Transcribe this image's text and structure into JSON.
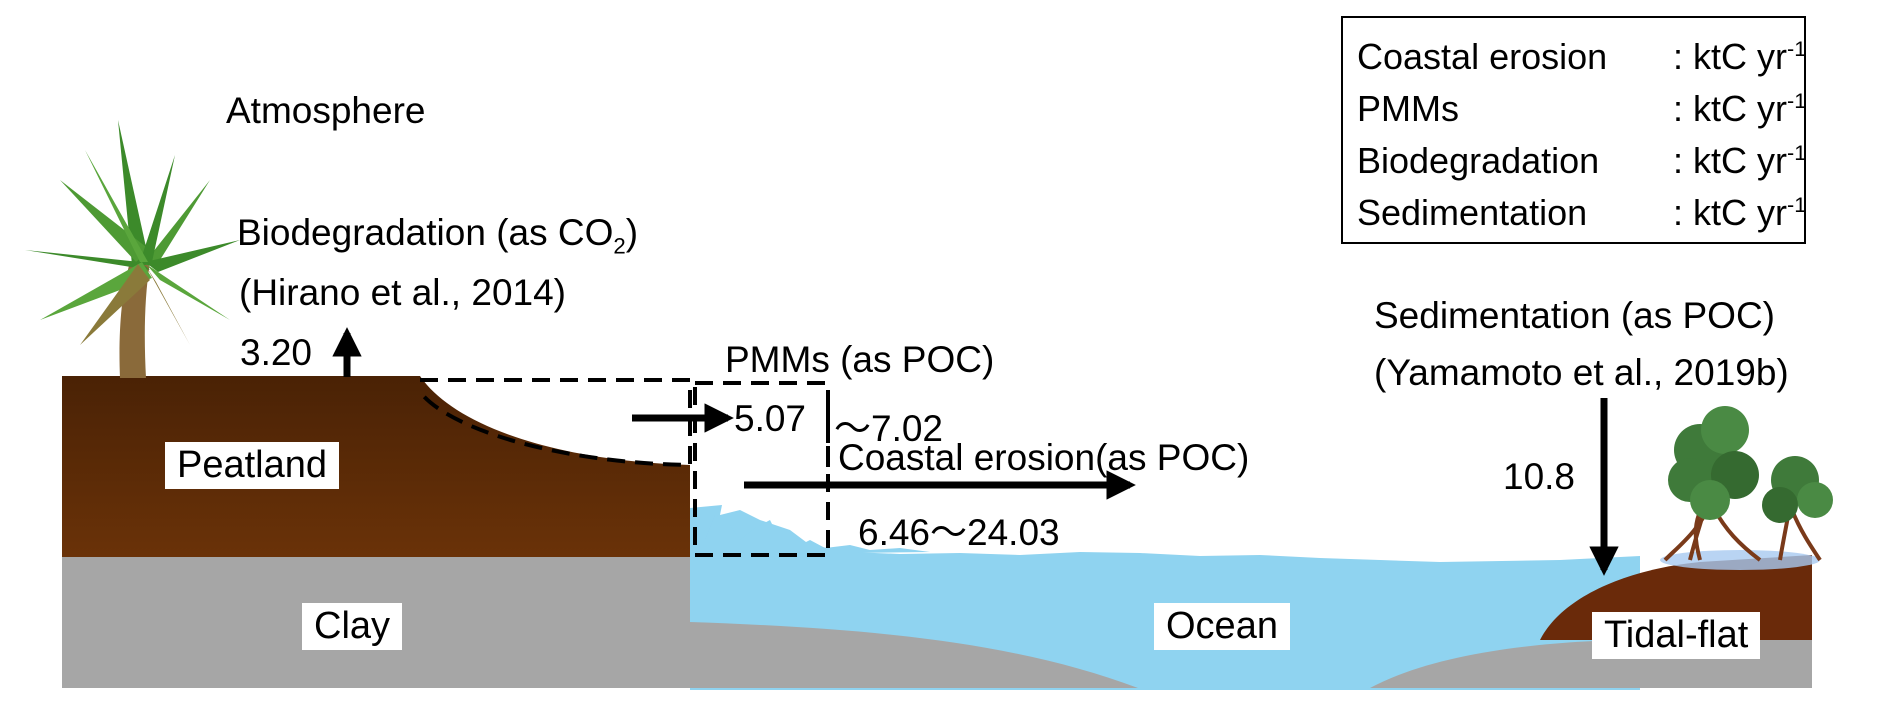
{
  "atmosphere_label": "Atmosphere",
  "biodegradation": {
    "title_pre": "Biodegradation (as CO",
    "title_sub": "2",
    "title_post": ")",
    "citation": "(Hirano et al., 2014)",
    "value": "3.20"
  },
  "pmms": {
    "title": "PMMs  (as POC)",
    "value_low": "5.07",
    "value_high": "～7.02"
  },
  "coastal_erosion": {
    "title": "Coastal erosion(as POC)",
    "value": "6.46～24.03"
  },
  "sedimentation": {
    "title": "Sedimentation (as POC)",
    "citation": "(Yamamoto et al., 2019b)",
    "value": "10.8"
  },
  "regions": {
    "peatland": "Peatland",
    "clay": "Clay",
    "ocean": "Ocean",
    "tidal_flat": "Tidal-flat"
  },
  "legend": {
    "unit_text": ": ktC yr",
    "unit_sup": "-1",
    "items": [
      "Coastal erosion",
      "PMMs",
      "Biodegradation",
      "Sedimentation"
    ]
  },
  "colors": {
    "peat": "#5a2a06",
    "clay": "#a6a6a6",
    "ocean": "#8fd3f0",
    "tidal_flat": "#6a2a0a",
    "palm_green": "#3c8a2a",
    "mangrove_green": "#3f7a3a"
  },
  "icons": [
    "palm-tree-icon",
    "mangrove-icon"
  ]
}
